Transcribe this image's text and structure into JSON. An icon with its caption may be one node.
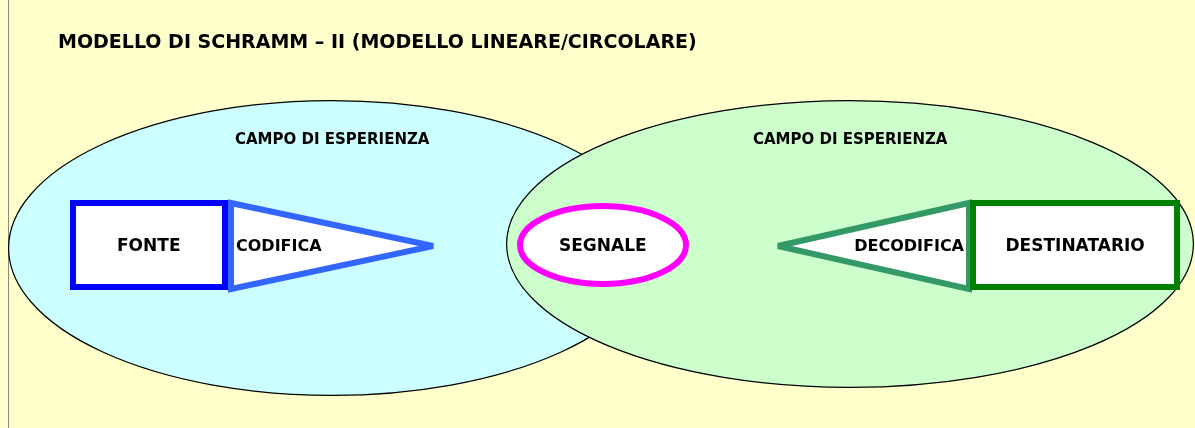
{
  "diagram": {
    "title": "MODELLO DI SCHRAMM – II (MODELLO LINEARE/CIRCOLARE)",
    "nodes": [
      {
        "text": [
          "CAMPO DI ESPERIENZA"
        ]
      },
      {
        "text": [
          "FONTE"
        ],
        "in": 0
      },
      {
        "text": [
          "CODIFICA"
        ],
        "in": 0
      },
      {
        "text": [
          "CAMPO DI ESPERIENZA"
        ]
      },
      {
        "text": [
          "SEGNALE"
        ],
        "in": 3
      },
      {
        "text": [
          "DECODIFICA"
        ],
        "in": 3
      },
      {
        "text": [
          "DESTINATARIO"
        ],
        "in": 3
      }
    ]
  }
}
